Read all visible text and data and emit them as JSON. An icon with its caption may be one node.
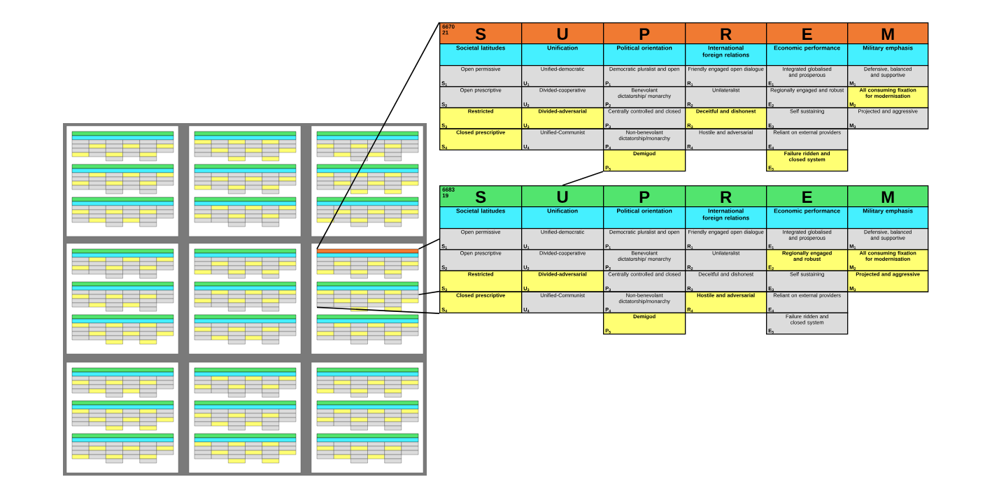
{
  "diagram": {
    "nodes": [
      {
        "text": [],
        "shape": "picture"
      },
      {
        "text": [],
        "shape": "picture"
      },
      {
        "text": [
          "6670 21",
          "S"
        ]
      },
      {
        "text": [
          "U"
        ]
      },
      {
        "text": [
          "P"
        ]
      },
      {
        "text": [
          "R"
        ]
      },
      {
        "text": [
          "E"
        ]
      },
      {
        "text": [
          "M"
        ]
      },
      {
        "text": [
          "Societal latitudes"
        ]
      },
      {
        "text": [
          "Unification"
        ]
      },
      {
        "text": [
          "Political orientation"
        ]
      },
      {
        "text": [
          "International foreign relations"
        ]
      },
      {
        "text": [
          "Economic performance"
        ]
      },
      {
        "text": [
          "Military emphasis"
        ]
      },
      {
        "text": [
          "Open permissive",
          "S$_{1}$"
        ]
      },
      {
        "text": [
          "Unified-democratic",
          "U$_{1}$"
        ]
      },
      {
        "text": [
          "Democratic pluralist and open",
          "P$_{1}$"
        ]
      },
      {
        "text": [
          "Friendly engaged open dialogue",
          "R$_{1}$"
        ]
      },
      {
        "text": [
          "Integrated globalised and prosperous",
          "E$_{1}$"
        ]
      },
      {
        "text": [
          "Defensive, balanced and supportive",
          "M$_{1}$"
        ]
      },
      {
        "text": [
          "Open prescriptive",
          "S$_{2}$"
        ]
      },
      {
        "text": [
          "Divided-cooperative",
          "U$_{2}$"
        ]
      },
      {
        "text": [
          "Benevolant dictatorship/ monarchy",
          "P$_{2}$"
        ]
      },
      {
        "text": [
          "Unilateralist",
          "R$_{2}$"
        ]
      },
      {
        "text": [
          "Regionally engaged and robust",
          "E$_{2}$"
        ]
      },
      {
        "text": [
          "All consuming fixation for modernisation",
          "M$_{2}$"
        ]
      },
      {
        "text": [
          "Restricted",
          "S$_{3}$"
        ]
      },
      {
        "text": [
          "Divided-adversarial",
          "U$_{3}$"
        ]
      },
      {
        "text": [
          "Centrally controlled and closed",
          "P$_{3}$"
        ]
      },
      {
        "text": [
          "Deceitful and dishonest",
          "R$_{3}$"
        ]
      },
      {
        "text": [
          "Self sustaining",
          "E$_{3}$"
        ]
      },
      {
        "text": [
          "Projected and aggressive",
          "M$_{3}$"
        ]
      },
      {
        "text": [
          "Closed prescriptive",
          "S$_{4}$"
        ]
      },
      {
        "text": [
          "Unified-Communist",
          "U$_{4}$"
        ]
      },
      {
        "text": [
          "Non-benevolant dictatorship/monarchy",
          "P$_{4}$"
        ]
      },
      {
        "text": [
          "Hostile and adversarial",
          "R$_{4}$"
        ]
      },
      {
        "text": [
          "Reliant on external providers",
          "E$_{4}$"
        ]
      },
      {
        "text": [
          "Demigod",
          "P$_{5}$"
        ]
      },
      {
        "text": [
          "Failure ridden and closed system",
          "E$_{5}$"
        ]
      },
      {
        "text": [
          "6683 19",
          "S"
        ]
      },
      {
        "text": [
          "U"
        ]
      },
      {
        "text": [
          "P"
        ]
      },
      {
        "text": [
          "R"
        ]
      },
      {
        "text": [
          "E"
        ]
      },
      {
        "text": [
          "M"
        ]
      },
      {
        "text": [
          "Societal latitudes"
        ]
      },
      {
        "text": [
          "Unification"
        ]
      },
      {
        "text": [
          "Political orientation"
        ]
      },
      {
        "text": [
          "International foreign relations"
        ]
      },
      {
        "text": [
          "Economic performance"
        ]
      },
      {
        "text": [
          "Military emphasis"
        ]
      },
      {
        "text": [
          "Open permissive",
          "S$_{1}$"
        ]
      },
      {
        "text": [
          "Unified-democratic",
          "U$_{1}$"
        ]
      },
      {
        "text": [
          "Democratic pluralist and open",
          "P$_{1}$"
        ]
      },
      {
        "text": [
          "Friendly engaged open dialogue",
          "R$_{1}$"
        ]
      },
      {
        "text": [
          "Integrated globalised and prosperous",
          "E$_{1}$"
        ]
      },
      {
        "text": [
          "Defensive, balanced and supportive",
          "M$_{1}$"
        ]
      },
      {
        "text": [
          "Open prescriptive",
          "S$_{2}$"
        ]
      },
      {
        "text": [
          "Divided-cooperative",
          "U$_{2}$"
        ]
      },
      {
        "text": [
          "Benevolant dictatorship/ monarchy",
          "P$_{2}$"
        ]
      },
      {
        "text": [
          "Unilateralist",
          "R$_{2}$"
        ]
      },
      {
        "text": [
          "Regionally engaged and robust",
          "E$_{2}$"
        ]
      },
      {
        "text": [
          "All consuming fixation for modernisation",
          "M$_{2}$"
        ]
      },
      {
        "text": [
          "Restricted",
          "S$_{3}$"
        ]
      },
      {
        "text": [
          "Divided-adversarial",
          "U$_{3}$"
        ]
      },
      {
        "text": [
          "Centrally controlled and closed",
          "P$_{3}$"
        ]
      },
      {
        "text": [
          "Deceitful and dishonest",
          "R$_{3}$"
        ]
      },
      {
        "text": [
          "Self sustaining",
          "E$_{3}$"
        ]
      },
      {
        "text": [
          "Projected and aggressive",
          "M$_{3}$"
        ]
      },
      {
        "text": [
          "Closed prescriptive",
          "S$_{4}$"
        ]
      },
      {
        "text": [
          "Unified-Communist",
          "U$_{4}$"
        ]
      },
      {
        "text": [
          "Non-benevolant dictatorship/monarchy",
          "P$_{4}$"
        ]
      },
      {
        "text": [
          "Hostile and adversarial",
          "R$_{4}$"
        ]
      },
      {
        "text": [
          "Reliant on external providers",
          "E$_{4}$"
        ]
      },
      {
        "text": [
          "Demigod",
          "P$_{5}$"
        ]
      },
      {
        "text": [
          "Failure ridden and closed system",
          "E$_{5}$"
        ]
      }
    ],
    "edges": [
      {
        "from": 0,
        "to": 2,
        "arrow": "none"
      },
      {
        "from": 0,
        "to": 51,
        "arrow": "none"
      },
      {
        "from": 1,
        "to": 69,
        "arrow": "none"
      },
      {
        "from": 1,
        "to": 69,
        "arrow": "none"
      },
      {
        "from": 37,
        "to": 40,
        "arrow": "none"
      }
    ]
  }
}
